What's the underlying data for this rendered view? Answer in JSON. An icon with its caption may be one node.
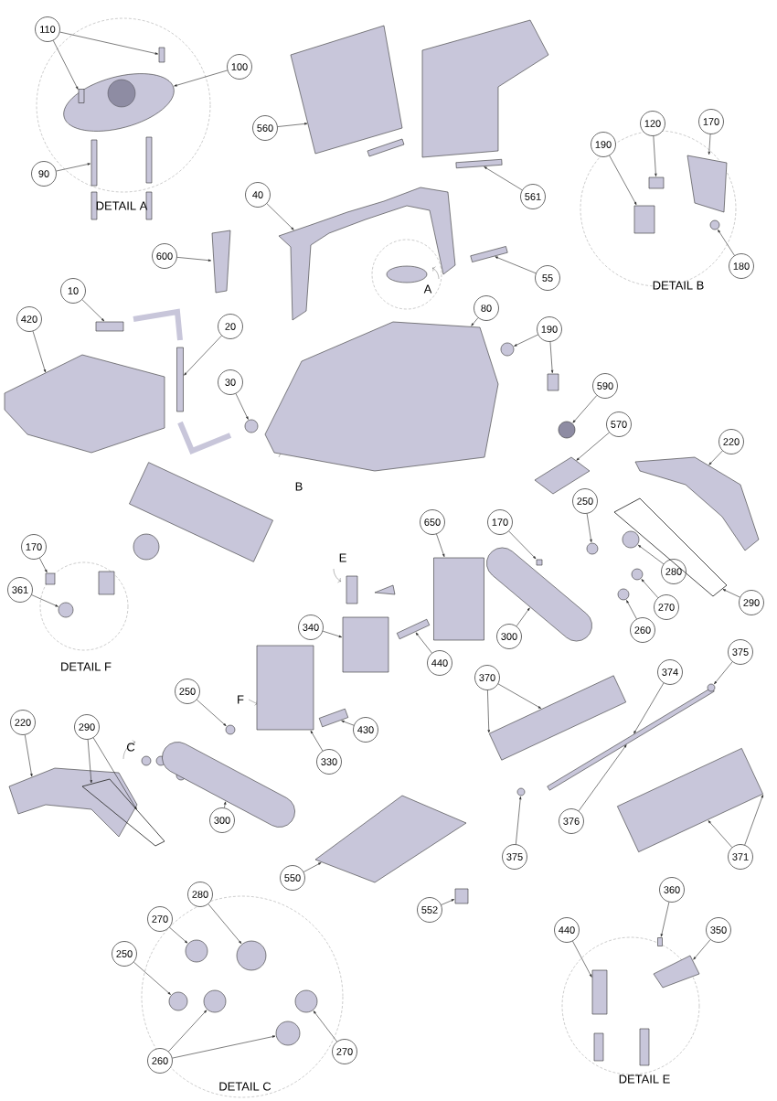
{
  "diagram": {
    "nodes": [
      {
        "text": [
          "110"
        ]
      },
      {
        "text": [
          "100"
        ]
      },
      {
        "text": [
          "90"
        ]
      },
      {
        "text": [
          "560"
        ]
      },
      {
        "text": [
          "40"
        ]
      },
      {
        "text": [
          "600"
        ]
      },
      {
        "text": [
          "10"
        ]
      },
      {
        "text": [
          "420"
        ]
      },
      {
        "text": [
          "20"
        ]
      },
      {
        "text": [
          "561"
        ]
      },
      {
        "text": [
          "55"
        ]
      },
      {
        "text": [
          "80"
        ]
      },
      {
        "text": [
          "190"
        ]
      },
      {
        "text": [
          "190"
        ]
      },
      {
        "text": [
          "120"
        ]
      },
      {
        "text": [
          "170"
        ]
      },
      {
        "text": [
          "180"
        ]
      },
      {
        "text": [
          "30"
        ]
      },
      {
        "text": [
          "590"
        ]
      },
      {
        "text": [
          "570"
        ]
      },
      {
        "text": [
          "220"
        ]
      },
      {
        "text": [
          "250"
        ]
      },
      {
        "text": [
          "650"
        ]
      },
      {
        "text": [
          "170"
        ]
      },
      {
        "text": [
          "280"
        ]
      },
      {
        "text": [
          "270"
        ]
      },
      {
        "text": [
          "260"
        ]
      },
      {
        "text": [
          "290"
        ]
      },
      {
        "text": [
          "300"
        ]
      },
      {
        "text": [
          "440"
        ]
      },
      {
        "text": [
          "370"
        ]
      },
      {
        "text": [
          "374"
        ]
      },
      {
        "text": [
          "375"
        ]
      },
      {
        "text": [
          "170"
        ]
      },
      {
        "text": [
          "361"
        ]
      },
      {
        "text": [
          "340"
        ]
      },
      {
        "text": [
          "250"
        ]
      },
      {
        "text": [
          "430"
        ]
      },
      {
        "text": [
          "220"
        ]
      },
      {
        "text": [
          "290"
        ]
      },
      {
        "text": [
          "330"
        ]
      },
      {
        "text": [
          "300"
        ]
      },
      {
        "text": [
          "550"
        ]
      },
      {
        "text": [
          "552"
        ]
      },
      {
        "text": [
          "375"
        ]
      },
      {
        "text": [
          "376"
        ]
      },
      {
        "text": [
          "371"
        ]
      },
      {
        "text": [
          "360"
        ]
      },
      {
        "text": [
          "440"
        ]
      },
      {
        "text": [
          "350"
        ]
      },
      {
        "text": [
          "280"
        ]
      },
      {
        "text": [
          "270"
        ]
      },
      {
        "text": [
          "250"
        ]
      },
      {
        "text": [
          "260"
        ]
      },
      {
        "text": [
          "270"
        ]
      },
      {
        "text": [],
        "shape": "box"
      },
      {
        "text": [],
        "shape": "picture"
      },
      {
        "text": [],
        "shape": "box",
        "in": 56
      },
      {
        "text": [],
        "shape": "box"
      },
      {
        "text": [],
        "shape": "picture"
      },
      {
        "text": [],
        "shape": "picture"
      },
      {
        "text": [],
        "shape": "picture"
      },
      {
        "text": [],
        "shape": "box"
      },
      {
        "text": [],
        "shape": "picture"
      },
      {
        "text": [],
        "shape": "box"
      },
      {
        "text": [],
        "shape": "box"
      },
      {
        "text": [],
        "shape": "box"
      },
      {
        "text": [],
        "shape": "picture"
      },
      {
        "text": [],
        "shape": "circle"
      },
      {
        "text": [],
        "shape": "box"
      },
      {
        "text": [],
        "shape": "box"
      },
      {
        "text": [],
        "shape": "box"
      },
      {
        "text": [],
        "shape": "picture"
      },
      {
        "text": [],
        "shape": "circle"
      },
      {
        "text": [],
        "shape": "circle"
      },
      {
        "text": [],
        "shape": "circle"
      },
      {
        "text": [],
        "shape": "picture"
      },
      {
        "text": [],
        "shape": "picture"
      },
      {
        "text": [],
        "shape": "circle"
      },
      {
        "text": [],
        "shape": "box"
      },
      {
        "text": [],
        "shape": "box"
      },
      {
        "text": [],
        "shape": "circle"
      },
      {
        "text": [],
        "shape": "circle"
      },
      {
        "text": [],
        "shape": "circle"
      },
      {
        "text": [],
        "shape": "picture"
      },
      {
        "text": [],
        "shape": "picture"
      },
      {
        "text": [],
        "shape": "box"
      },
      {
        "text": [],
        "shape": "box"
      },
      {
        "text": [],
        "shape": "box"
      },
      {
        "text": [],
        "shape": "circle"
      },
      {
        "text": [],
        "shape": "box"
      },
      {
        "text": [],
        "shape": "circle"
      },
      {
        "text": [],
        "shape": "box"
      },
      {
        "text": [],
        "shape": "circle"
      },
      {
        "text": [],
        "shape": "box"
      },
      {
        "text": [],
        "shape": "picture"
      },
      {
        "text": [],
        "shape": "picture"
      },
      {
        "text": [],
        "shape": "box"
      },
      {
        "text": [],
        "shape": "picture"
      },
      {
        "text": [],
        "shape": "picture"
      },
      {
        "text": [],
        "shape": "box"
      },
      {
        "text": [],
        "shape": "circle"
      },
      {
        "text": [],
        "shape": "box"
      },
      {
        "text": [],
        "shape": "box"
      },
      {
        "text": [],
        "shape": "box"
      },
      {
        "text": [],
        "shape": "picture"
      },
      {
        "text": [],
        "shape": "circle"
      },
      {
        "text": [],
        "shape": "circle"
      },
      {
        "text": [],
        "shape": "circle"
      },
      {
        "text": [],
        "shape": "circle"
      },
      {
        "text": [],
        "shape": "circle"
      },
      {
        "text": [],
        "shape": "circle"
      }
    ],
    "edges": [
      {
        "from": 0,
        "to": 55,
        "arrow": "to"
      },
      {
        "from": 0,
        "to": 57,
        "arrow": "to"
      },
      {
        "from": 1,
        "to": 56,
        "arrow": "to"
      },
      {
        "from": 2,
        "to": 58,
        "arrow": "to"
      },
      {
        "from": 3,
        "to": 59,
        "arrow": "to"
      },
      {
        "from": 4,
        "to": 60,
        "arrow": "to"
      },
      {
        "from": 5,
        "to": 61,
        "arrow": "to"
      },
      {
        "from": 6,
        "to": 62,
        "arrow": "to"
      },
      {
        "from": 7,
        "to": 63,
        "arrow": "to"
      },
      {
        "from": 8,
        "to": 64,
        "arrow": "to"
      },
      {
        "from": 9,
        "to": 65,
        "arrow": "to"
      },
      {
        "from": 10,
        "to": 66,
        "arrow": "to"
      },
      {
        "from": 11,
        "to": 67,
        "arrow": "to"
      },
      {
        "from": 12,
        "to": 68,
        "arrow": "to"
      },
      {
        "from": 12,
        "to": 69,
        "arrow": "to"
      },
      {
        "from": 13,
        "to": 70,
        "arrow": "to"
      },
      {
        "from": 14,
        "to": 71,
        "arrow": "to"
      },
      {
        "from": 15,
        "to": 72,
        "arrow": "to"
      },
      {
        "from": 16,
        "to": 73,
        "arrow": "to"
      },
      {
        "from": 17,
        "to": 74,
        "arrow": "to"
      },
      {
        "from": 18,
        "to": 75,
        "arrow": "to"
      },
      {
        "from": 19,
        "to": 76,
        "arrow": "to"
      },
      {
        "from": 20,
        "to": 77,
        "arrow": "to"
      },
      {
        "from": 21,
        "to": 78,
        "arrow": "to"
      },
      {
        "from": 22,
        "to": 79,
        "arrow": "to"
      },
      {
        "from": 23,
        "to": 80,
        "arrow": "to"
      },
      {
        "from": 24,
        "to": 81,
        "arrow": "to"
      },
      {
        "from": 25,
        "to": 82,
        "arrow": "to"
      },
      {
        "from": 26,
        "to": 83,
        "arrow": "to"
      },
      {
        "from": 27,
        "to": 84,
        "arrow": "to"
      },
      {
        "from": 28,
        "to": 85,
        "arrow": "to"
      },
      {
        "from": 29,
        "to": 86,
        "arrow": "to"
      },
      {
        "from": 30,
        "to": 87,
        "arrow": "to"
      },
      {
        "from": 30,
        "to": 87,
        "arrow": "to"
      },
      {
        "from": 31,
        "to": 88,
        "arrow": "to"
      },
      {
        "from": 32,
        "to": 89,
        "arrow": "to"
      },
      {
        "from": 33,
        "to": 90,
        "arrow": "to"
      },
      {
        "from": 34,
        "to": 91,
        "arrow": "to"
      },
      {
        "from": 35,
        "to": 92,
        "arrow": "to"
      },
      {
        "from": 36,
        "to": 93,
        "arrow": "to"
      },
      {
        "from": 37,
        "to": 94,
        "arrow": "to"
      },
      {
        "from": 38,
        "to": 95,
        "arrow": "to"
      },
      {
        "from": 39,
        "to": 96,
        "arrow": "to"
      },
      {
        "from": 39,
        "to": 96,
        "arrow": "to"
      },
      {
        "from": 40,
        "to": 97,
        "arrow": "to"
      },
      {
        "from": 41,
        "to": 98,
        "arrow": "to"
      },
      {
        "from": 42,
        "to": 99,
        "arrow": "to"
      },
      {
        "from": 43,
        "to": 100,
        "arrow": "to"
      },
      {
        "from": 44,
        "to": 101,
        "arrow": "to"
      },
      {
        "from": 45,
        "to": 88,
        "arrow": "to"
      },
      {
        "from": 46,
        "to": 102,
        "arrow": "to"
      },
      {
        "from": 46,
        "to": 102,
        "arrow": "to"
      },
      {
        "from": 47,
        "to": 103,
        "arrow": "to"
      },
      {
        "from": 48,
        "to": 104,
        "arrow": "to"
      },
      {
        "from": 49,
        "to": 105,
        "arrow": "to"
      },
      {
        "from": 50,
        "to": 106,
        "arrow": "to"
      },
      {
        "from": 51,
        "to": 107,
        "arrow": "to"
      },
      {
        "from": 52,
        "to": 108,
        "arrow": "to"
      },
      {
        "from": 53,
        "to": 109,
        "arrow": "to"
      },
      {
        "from": 53,
        "to": 110,
        "arrow": "to"
      },
      {
        "from": 54,
        "to": 111,
        "arrow": "to"
      }
    ],
    "labels": [
      "DETAIL A",
      "DETAIL B",
      "A",
      "B",
      "E",
      "DETAIL F",
      "F",
      "C",
      "DETAIL E",
      "DETAIL C"
    ]
  }
}
